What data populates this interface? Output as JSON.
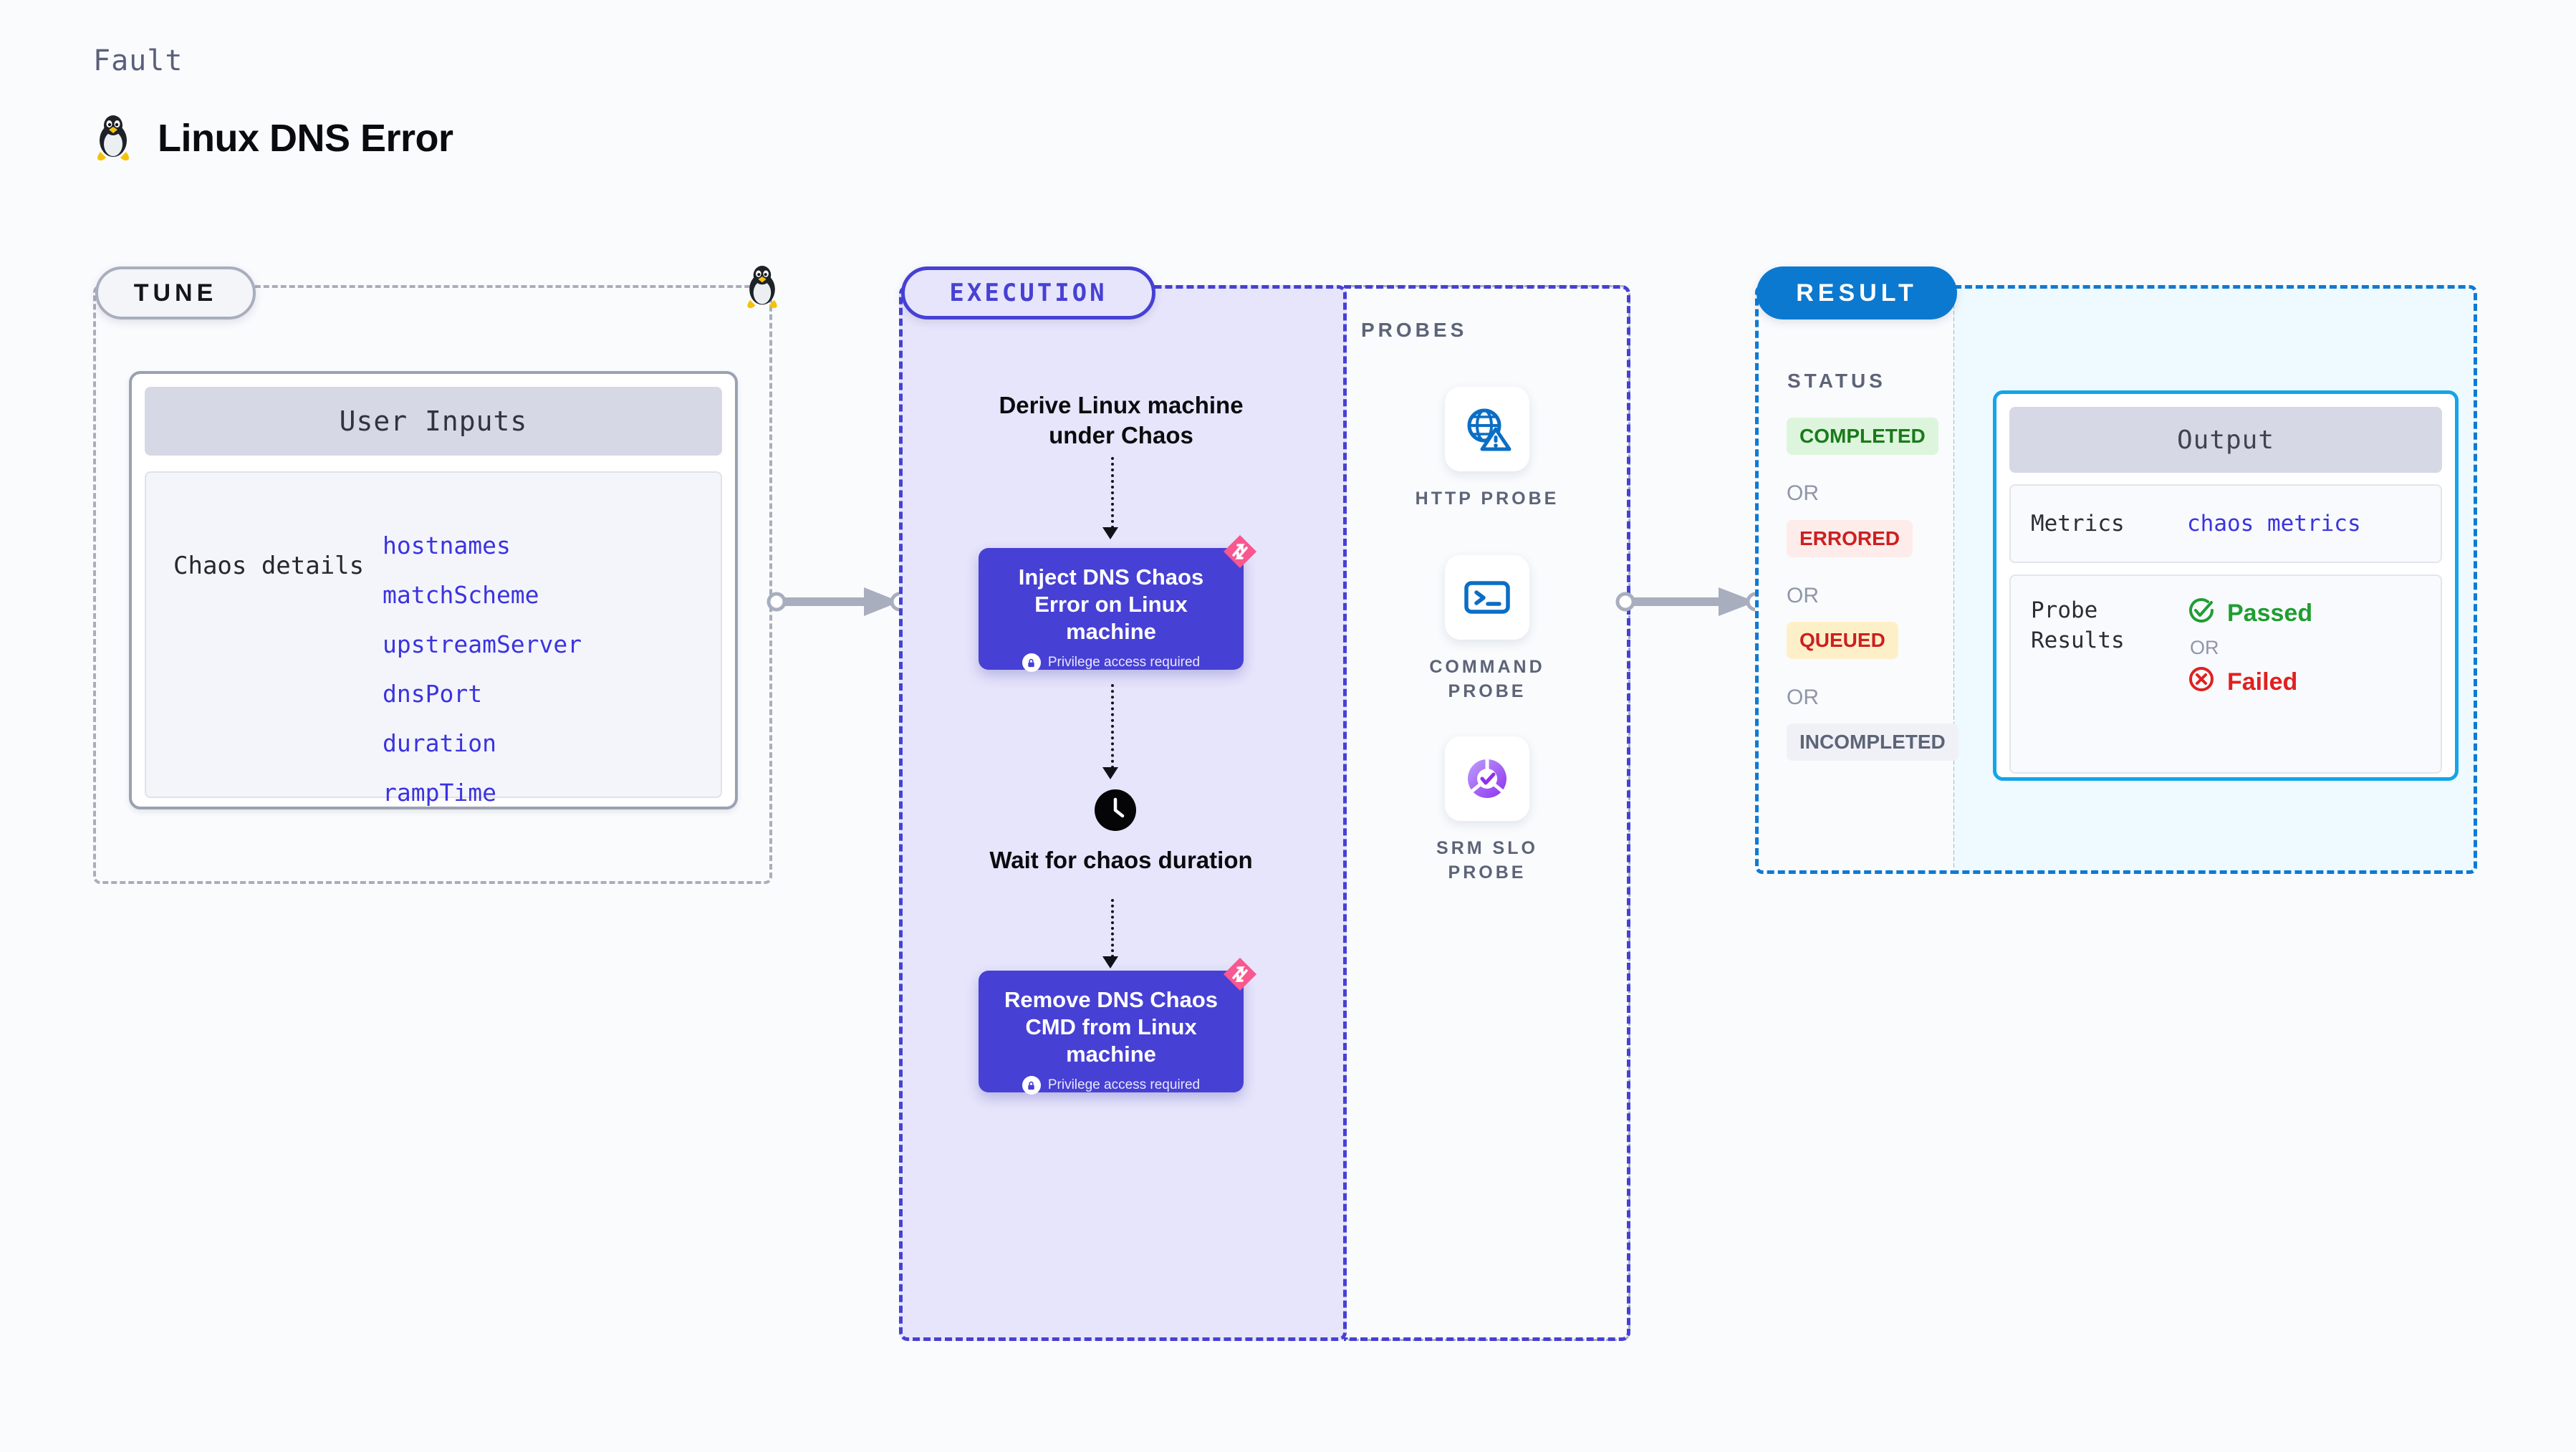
{
  "header": {
    "fault_label": "Fault",
    "title": "Linux DNS Error",
    "icon": "linux-tux-icon"
  },
  "tune": {
    "pill_label": "TUNE",
    "card": {
      "header": "User Inputs",
      "row_label": "Chaos details",
      "params": [
        "hostnames",
        "matchScheme",
        "upstreamServer",
        "dnsPort",
        "duration",
        "rampTime"
      ]
    },
    "border_icon": "linux-tux-icon"
  },
  "execution": {
    "pill_label": "EXECUTION",
    "steps": [
      {
        "type": "text",
        "label": "Derive Linux machine under Chaos"
      },
      {
        "type": "action",
        "label": "Inject DNS Chaos Error on Linux machine",
        "note": "Privilege access required",
        "note_icon": "lock-icon",
        "corner_icon": "harness-flag-icon"
      },
      {
        "type": "wait",
        "label": "Wait for chaos duration",
        "icon": "clock-icon"
      },
      {
        "type": "action",
        "label": "Remove DNS Chaos CMD from Linux machine",
        "note": "Privilege access required",
        "note_icon": "lock-icon",
        "corner_icon": "harness-flag-icon"
      }
    ]
  },
  "probes": {
    "title": "PROBES",
    "items": [
      {
        "caption": "HTTP PROBE",
        "icon": "globe-warning-icon"
      },
      {
        "caption": "COMMAND PROBE",
        "icon": "terminal-icon"
      },
      {
        "caption": "SRM SLO PROBE",
        "icon": "slo-donut-check-icon"
      }
    ]
  },
  "result": {
    "pill_label": "RESULT",
    "status_title": "STATUS",
    "or_label": "OR",
    "statuses": [
      {
        "label": "COMPLETED",
        "bg": "#ddf5dd",
        "fg": "#1a7a1a"
      },
      {
        "label": "ERRORED",
        "bg": "#fdecea",
        "fg": "#cc2020"
      },
      {
        "label": "QUEUED",
        "bg": "#fdf0c9",
        "fg": "#cc2020"
      },
      {
        "label": "INCOMPLETED",
        "bg": "#f0f1f6",
        "fg": "#5d6478"
      }
    ]
  },
  "output": {
    "header": "Output",
    "metrics_label": "Metrics",
    "metrics_value": "chaos metrics",
    "probe_results_label": "Probe Results",
    "passed_label": "Passed",
    "failed_label": "Failed",
    "or_label": "OR",
    "passed_icon": "check-circle-icon",
    "failed_icon": "x-circle-icon"
  },
  "colors": {
    "accent_purple": "#4740d4",
    "accent_blue": "#0b79d0",
    "param_blue": "#3b33e0",
    "pink_flag": "#f8578f",
    "arrow_gray": "#a8aebe"
  }
}
